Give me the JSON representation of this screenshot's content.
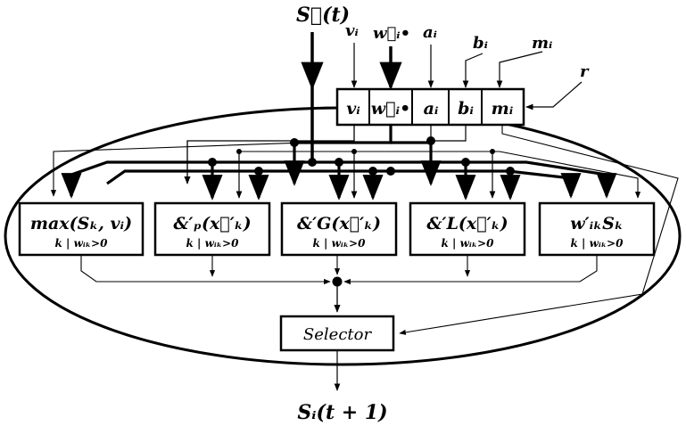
{
  "inputs": {
    "signal": "S⃗(t)",
    "v": "vᵢ",
    "w": "w⃗ᵢ•",
    "a": "aᵢ",
    "b": "bᵢ",
    "m": "mᵢ",
    "r": "r"
  },
  "register": {
    "cells": [
      "vᵢ",
      "w⃗ᵢ•",
      "aᵢ",
      "bᵢ",
      "mᵢ"
    ]
  },
  "blocks": [
    {
      "formula": "max(Sₖ, vᵢ)",
      "condition": "k | wᵢₖ>0"
    },
    {
      "formula": "&′ₚ(x⃗′ₖ)",
      "condition": "k | wᵢₖ>0"
    },
    {
      "formula": "&′G(x⃗′ₖ)",
      "condition": "k | wᵢₖ>0"
    },
    {
      "formula": "&′L(x⃗′ₖ)",
      "condition": "k | wᵢₖ>0"
    },
    {
      "formula": "w′ᵢₖSₖ",
      "condition": "k | wᵢₖ>0"
    }
  ],
  "selector": {
    "label": "Selector"
  },
  "output": {
    "label": "Sᵢ(t + 1)"
  }
}
